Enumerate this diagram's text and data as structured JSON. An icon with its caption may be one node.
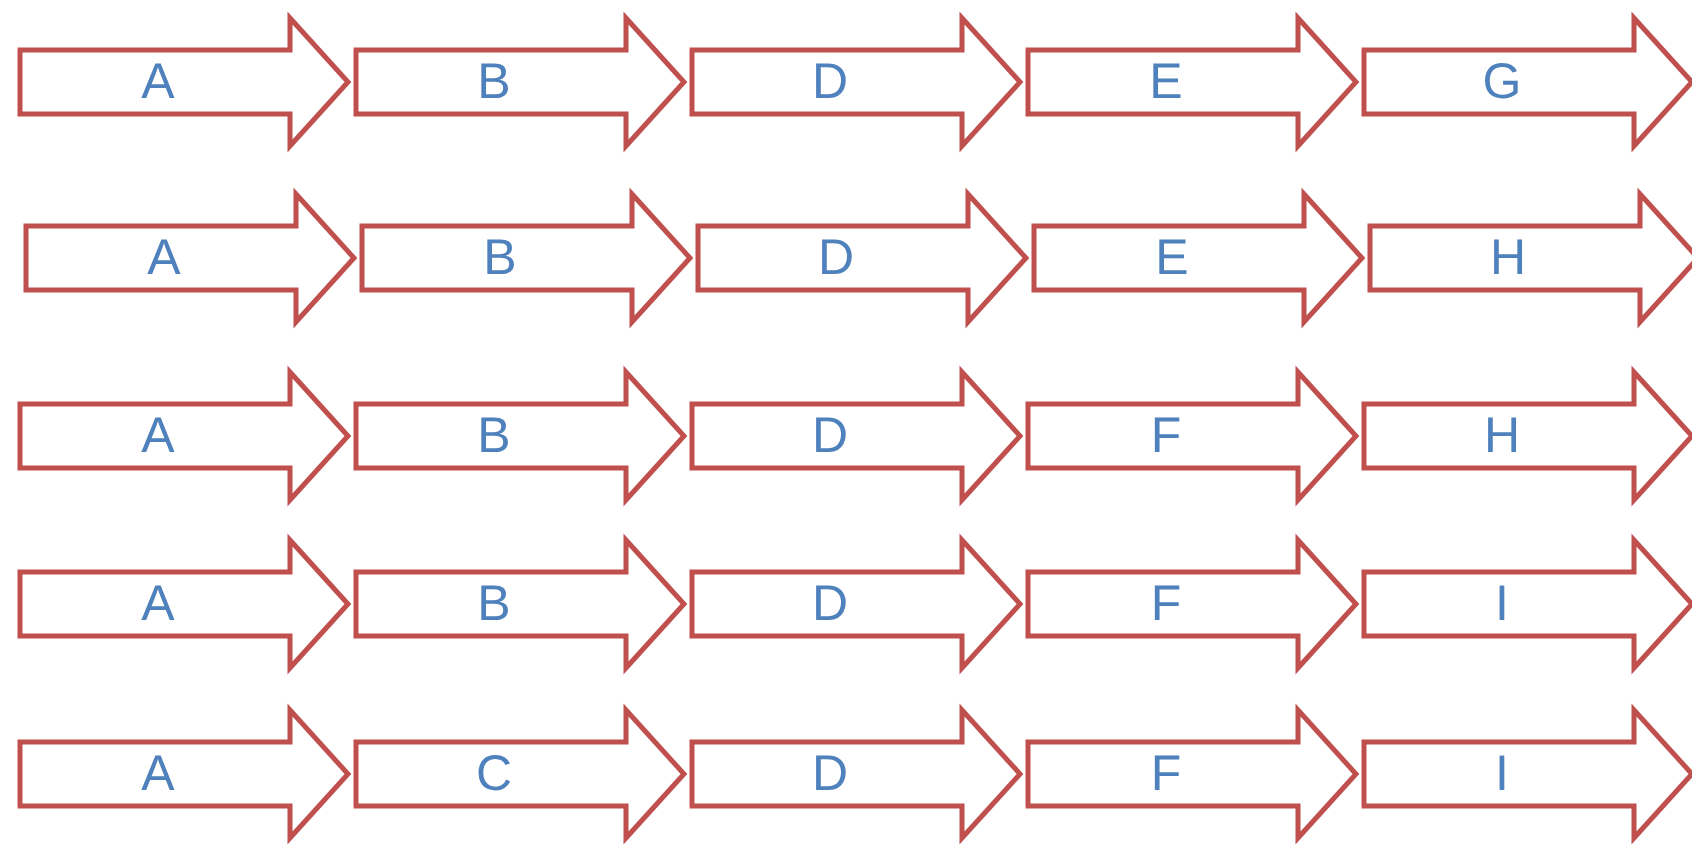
{
  "diagram": {
    "nodes": [
      {
        "text": [
          "A"
        ]
      },
      {
        "text": [
          "B"
        ]
      },
      {
        "text": [
          "D"
        ]
      },
      {
        "text": [
          "E"
        ]
      },
      {
        "text": [
          "G"
        ]
      },
      {
        "text": [
          "A"
        ]
      },
      {
        "text": [
          "B"
        ]
      },
      {
        "text": [
          "D"
        ]
      },
      {
        "text": [
          "E"
        ]
      },
      {
        "text": [
          "H"
        ]
      },
      {
        "text": [
          "A"
        ]
      },
      {
        "text": [
          "B"
        ]
      },
      {
        "text": [
          "D"
        ]
      },
      {
        "text": [
          "F"
        ]
      },
      {
        "text": [
          "H"
        ]
      },
      {
        "text": [
          "A"
        ]
      },
      {
        "text": [
          "B"
        ]
      },
      {
        "text": [
          "D"
        ]
      },
      {
        "text": [
          "F"
        ]
      },
      {
        "text": [
          "I"
        ]
      },
      {
        "text": [
          "A"
        ]
      },
      {
        "text": [
          "C"
        ]
      },
      {
        "text": [
          "D"
        ]
      },
      {
        "text": [
          "F"
        ]
      },
      {
        "text": [
          "I"
        ]
      }
    ]
  }
}
